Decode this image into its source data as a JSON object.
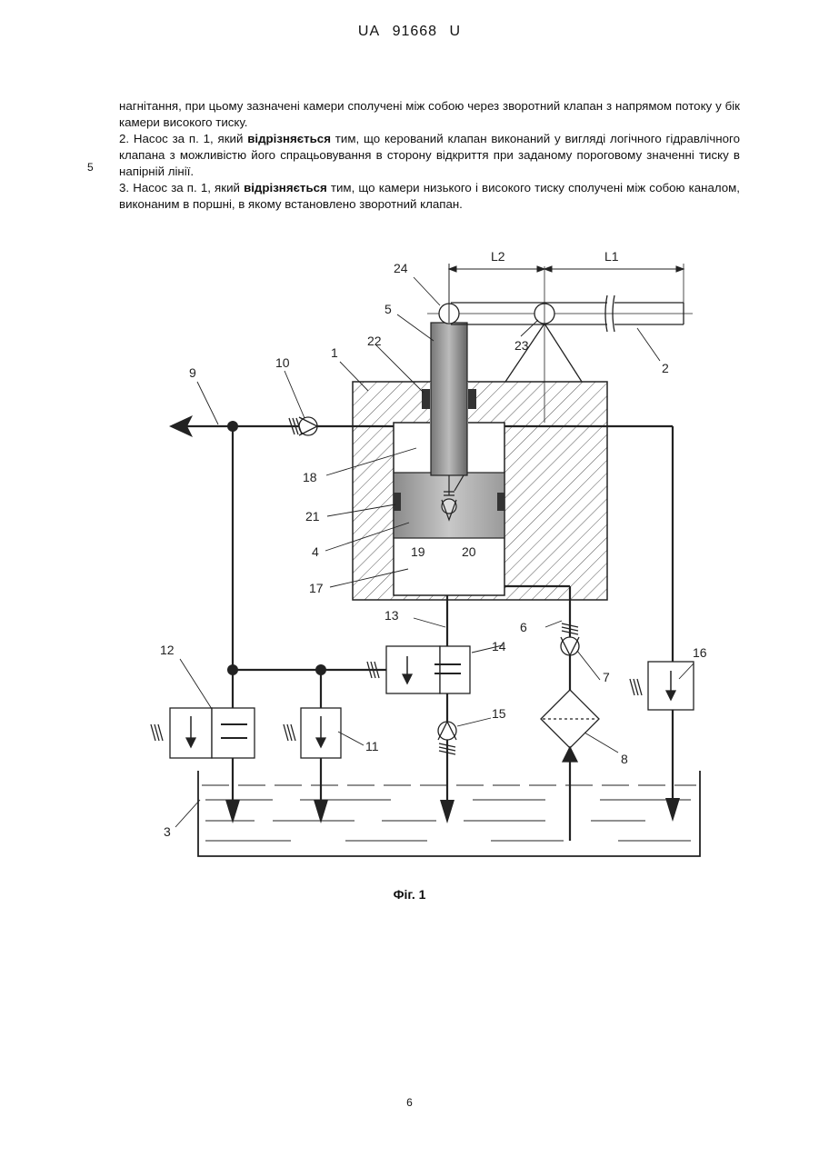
{
  "header": {
    "country": "UA",
    "number": "91668",
    "kind": "U"
  },
  "claims": {
    "p1": {
      "text": "нагнітання, при цьому зазначені камери сполучені між собою через зворотний клапан з напрямом потоку у бік камери високого тиску."
    },
    "p2": {
      "pre": "2. Насос за п. 1, який ",
      "bold": "відрізняється",
      "post": " тим, що керований клапан виконаний у вигляді логічного гідравлічного клапана з можливістю його спрацьовування в сторону відкриття при заданому пороговому значенні тиску в напірній лінії."
    },
    "p3": {
      "pre": "3. Насос за п. 1, який ",
      "bold": "відрізняється",
      "post": " тим, що камери низького і високого тиску сполучені між собою каналом, виконаним в поршні, в якому встановлено зворотний клапан."
    }
  },
  "line_number": "5",
  "figure": {
    "labels": {
      "n1": "1",
      "n2": "2",
      "n3": "3",
      "n4": "4",
      "n5": "5",
      "n6": "6",
      "n7": "7",
      "n8": "8",
      "n9": "9",
      "n10": "10",
      "n11": "11",
      "n12": "12",
      "n13": "13",
      "n14": "14",
      "n15": "15",
      "n16": "16",
      "n17": "17",
      "n18": "18",
      "n19": "19",
      "n20": "20",
      "n21": "21",
      "n22": "22",
      "n23": "23",
      "n24": "24",
      "L1": "L1",
      "L2": "L2"
    },
    "caption": "Фіг. 1"
  },
  "page_number": "6"
}
